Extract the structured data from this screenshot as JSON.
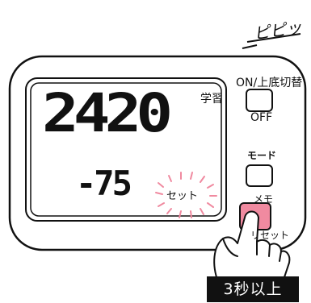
{
  "sound_effect": "ピピッ",
  "device": {
    "display": {
      "main_digits": "2420",
      "small_digits": "-75",
      "learn_label": "学習",
      "set_indicator": "セット"
    },
    "buttons": {
      "power": {
        "top_label": "ON/上底切替",
        "bottom_label": "OFF"
      },
      "mode": {
        "label": "モード"
      },
      "memo": {
        "top_label": "メモ",
        "bottom_label": "リセット"
      }
    }
  },
  "instruction_badge": "3秒以上",
  "colors": {
    "outline": "#111111",
    "lcd_background": "#ffffff",
    "highlight_pink": "#f08aa0",
    "badge_background": "#111111"
  }
}
